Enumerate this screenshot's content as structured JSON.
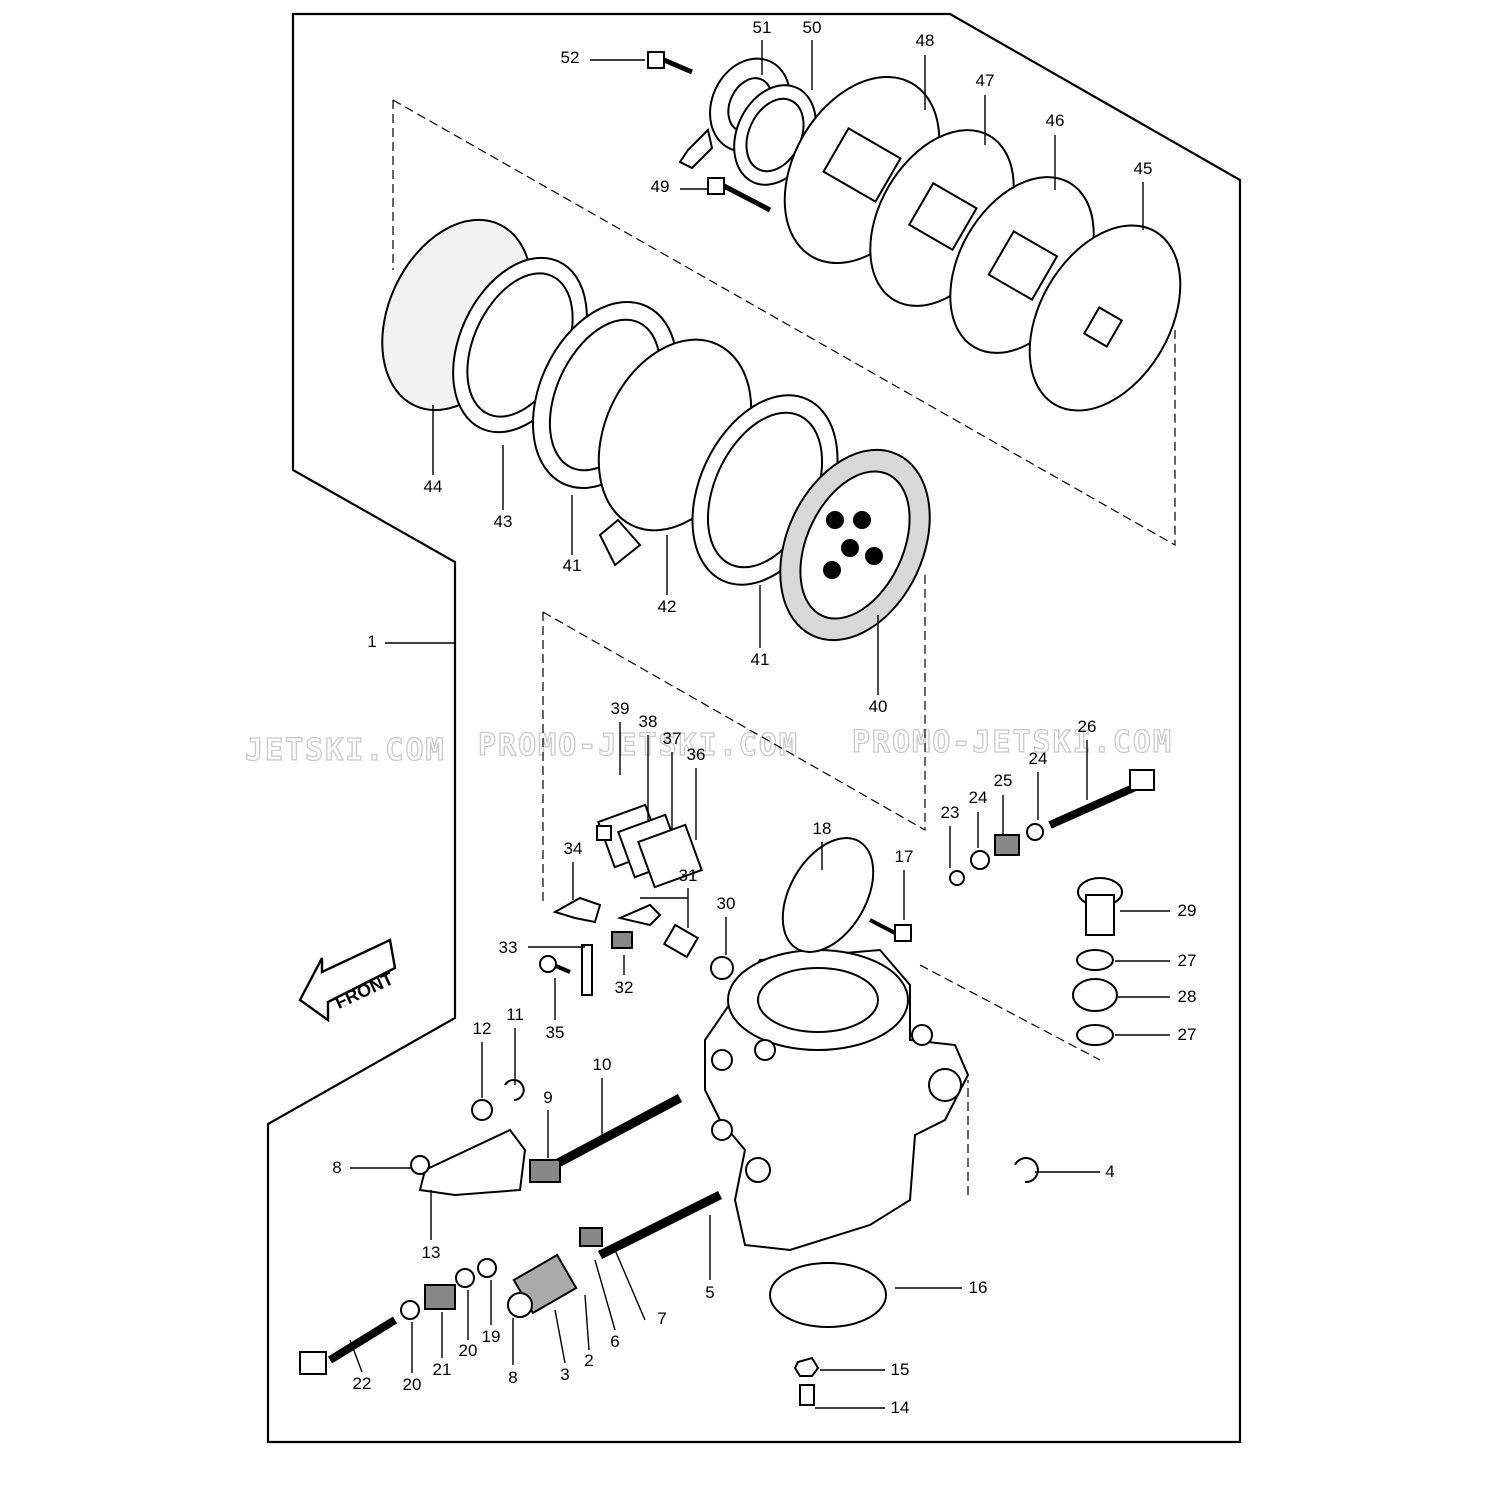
{
  "watermarks": [
    "JETSKI.COM",
    "PROMO-JETSKI.COM",
    "PROMO-JETSKI.COM"
  ],
  "front_arrow": {
    "text": "FRONT"
  },
  "callouts": [
    {
      "id": "52",
      "text": "52"
    },
    {
      "id": "51",
      "text": "51"
    },
    {
      "id": "50",
      "text": "50"
    },
    {
      "id": "48",
      "text": "48"
    },
    {
      "id": "47",
      "text": "47"
    },
    {
      "id": "46",
      "text": "46"
    },
    {
      "id": "45",
      "text": "45"
    },
    {
      "id": "49",
      "text": "49"
    },
    {
      "id": "44",
      "text": "44"
    },
    {
      "id": "43",
      "text": "43"
    },
    {
      "id": "41a",
      "text": "41"
    },
    {
      "id": "42",
      "text": "42"
    },
    {
      "id": "41b",
      "text": "41"
    },
    {
      "id": "40",
      "text": "40"
    },
    {
      "id": "1",
      "text": "1"
    },
    {
      "id": "39",
      "text": "39"
    },
    {
      "id": "38",
      "text": "38"
    },
    {
      "id": "37",
      "text": "37"
    },
    {
      "id": "36",
      "text": "36"
    },
    {
      "id": "26",
      "text": "26"
    },
    {
      "id": "25",
      "text": "25"
    },
    {
      "id": "24a",
      "text": "24"
    },
    {
      "id": "24b",
      "text": "24"
    },
    {
      "id": "23",
      "text": "23"
    },
    {
      "id": "18",
      "text": "18"
    },
    {
      "id": "17",
      "text": "17"
    },
    {
      "id": "34",
      "text": "34"
    },
    {
      "id": "31",
      "text": "31"
    },
    {
      "id": "30",
      "text": "30"
    },
    {
      "id": "29",
      "text": "29"
    },
    {
      "id": "27a",
      "text": "27"
    },
    {
      "id": "28",
      "text": "28"
    },
    {
      "id": "27b",
      "text": "27"
    },
    {
      "id": "33",
      "text": "33"
    },
    {
      "id": "32",
      "text": "32"
    },
    {
      "id": "35",
      "text": "35"
    },
    {
      "id": "12",
      "text": "12"
    },
    {
      "id": "11",
      "text": "11"
    },
    {
      "id": "10",
      "text": "10"
    },
    {
      "id": "9",
      "text": "9"
    },
    {
      "id": "8a",
      "text": "8"
    },
    {
      "id": "13",
      "text": "13"
    },
    {
      "id": "4",
      "text": "4"
    },
    {
      "id": "5",
      "text": "5"
    },
    {
      "id": "16",
      "text": "16"
    },
    {
      "id": "7",
      "text": "7"
    },
    {
      "id": "6",
      "text": "6"
    },
    {
      "id": "2",
      "text": "2"
    },
    {
      "id": "3",
      "text": "3"
    },
    {
      "id": "8b",
      "text": "8"
    },
    {
      "id": "19",
      "text": "19"
    },
    {
      "id": "20a",
      "text": "20"
    },
    {
      "id": "21",
      "text": "21"
    },
    {
      "id": "20b",
      "text": "20"
    },
    {
      "id": "22",
      "text": "22"
    },
    {
      "id": "15",
      "text": "15"
    },
    {
      "id": "14",
      "text": "14"
    }
  ]
}
